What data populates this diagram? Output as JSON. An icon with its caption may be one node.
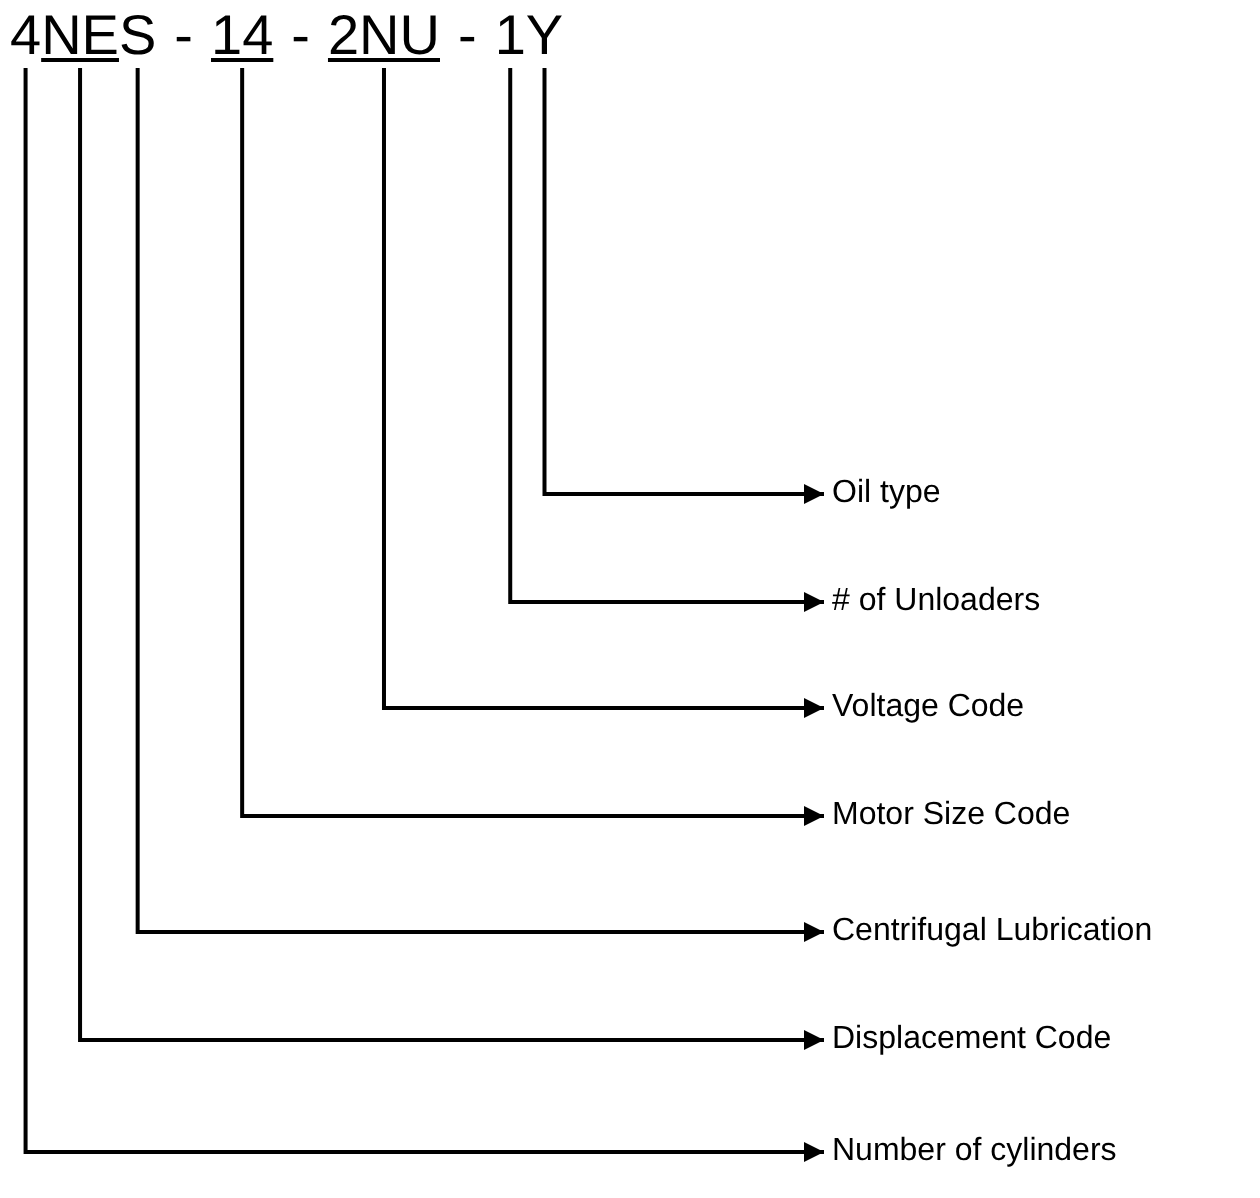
{
  "diagram": {
    "nodes": [
      {
        "text": [
          "4"
        ]
      },
      {
        "text": [
          "NE"
        ]
      },
      {
        "text": [
          "S"
        ]
      },
      {
        "text": [
          "14"
        ]
      },
      {
        "text": [
          "2NU"
        ]
      },
      {
        "text": [
          "1"
        ]
      },
      {
        "text": [
          "Y"
        ]
      },
      {
        "text": [
          "Oil type"
        ]
      },
      {
        "text": [
          "# of Unloaders"
        ]
      },
      {
        "text": [
          "Voltage Code"
        ]
      },
      {
        "text": [
          "Motor Size Code"
        ]
      },
      {
        "text": [
          "Centrifugal Lubrication"
        ]
      },
      {
        "text": [
          "Displacement Code"
        ]
      },
      {
        "text": [
          "Number of cylinders"
        ]
      }
    ],
    "edges": [
      {
        "from": 6,
        "to": 7,
        "arrow": "to"
      },
      {
        "from": 5,
        "to": 8,
        "arrow": "to"
      },
      {
        "from": 4,
        "to": 9,
        "arrow": "to"
      },
      {
        "from": 3,
        "to": 10,
        "arrow": "to"
      },
      {
        "from": 2,
        "to": 11,
        "arrow": "to"
      },
      {
        "from": 1,
        "to": 12,
        "arrow": "to"
      },
      {
        "from": 0,
        "to": 13,
        "arrow": "to"
      }
    ],
    "labels": [
      "-",
      "-",
      "-"
    ]
  }
}
